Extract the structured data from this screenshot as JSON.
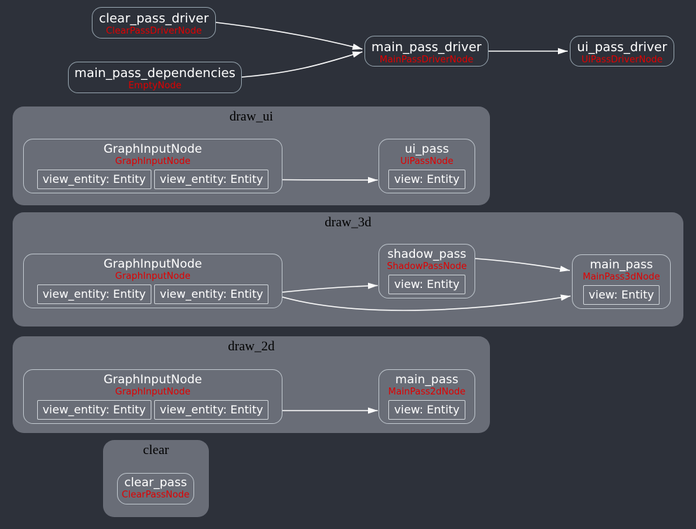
{
  "colors": {
    "background": "#2d313a",
    "cluster_fill": "#696d77",
    "node_border": "#bdc4cb",
    "top_node_border": "#93a1ab",
    "title_text": "#ffffff",
    "type_text": "#e00000",
    "cluster_label_text": "#000000",
    "edge": "#fafafa"
  },
  "nodes": {
    "clear_pass_driver": {
      "title": "clear_pass_driver",
      "subtitle": "ClearPassDriverNode"
    },
    "main_pass_dependencies": {
      "title": "main_pass_dependencies",
      "subtitle": "EmptyNode"
    },
    "main_pass_driver": {
      "title": "main_pass_driver",
      "subtitle": "MainPassDriverNode"
    },
    "ui_pass_driver": {
      "title": "ui_pass_driver",
      "subtitle": "UiPassDriverNode"
    }
  },
  "clusters": {
    "draw_ui": {
      "label": "draw_ui",
      "graph_input": {
        "title": "GraphInputNode",
        "subtitle": "GraphInputNode",
        "ports": [
          "view_entity: Entity",
          "view_entity: Entity"
        ]
      },
      "ui_pass": {
        "title": "ui_pass",
        "subtitle": "UiPassNode",
        "ports": [
          "view: Entity"
        ]
      }
    },
    "draw_3d": {
      "label": "draw_3d",
      "graph_input": {
        "title": "GraphInputNode",
        "subtitle": "GraphInputNode",
        "ports": [
          "view_entity: Entity",
          "view_entity: Entity"
        ]
      },
      "shadow_pass": {
        "title": "shadow_pass",
        "subtitle": "ShadowPassNode",
        "ports": [
          "view: Entity"
        ]
      },
      "main_pass": {
        "title": "main_pass",
        "subtitle": "MainPass3dNode",
        "ports": [
          "view: Entity"
        ]
      }
    },
    "draw_2d": {
      "label": "draw_2d",
      "graph_input": {
        "title": "GraphInputNode",
        "subtitle": "GraphInputNode",
        "ports": [
          "view_entity: Entity",
          "view_entity: Entity"
        ]
      },
      "main_pass": {
        "title": "main_pass",
        "subtitle": "MainPass2dNode",
        "ports": [
          "view: Entity"
        ]
      }
    },
    "clear": {
      "label": "clear",
      "clear_pass": {
        "title": "clear_pass",
        "subtitle": "ClearPassNode"
      }
    }
  },
  "edges": [
    {
      "from": "clear_pass_driver",
      "to": "main_pass_driver"
    },
    {
      "from": "main_pass_dependencies",
      "to": "main_pass_driver"
    },
    {
      "from": "main_pass_driver",
      "to": "ui_pass_driver"
    },
    {
      "from": "draw_ui.GraphInputNode.view_entity",
      "to": "draw_ui.ui_pass.view"
    },
    {
      "from": "draw_3d.GraphInputNode.view_entity",
      "to": "draw_3d.shadow_pass.view"
    },
    {
      "from": "draw_3d.shadow_pass",
      "to": "draw_3d.main_pass"
    },
    {
      "from": "draw_3d.GraphInputNode.view_entity",
      "to": "draw_3d.main_pass.view"
    },
    {
      "from": "draw_2d.GraphInputNode.view_entity",
      "to": "draw_2d.main_pass.view"
    }
  ]
}
